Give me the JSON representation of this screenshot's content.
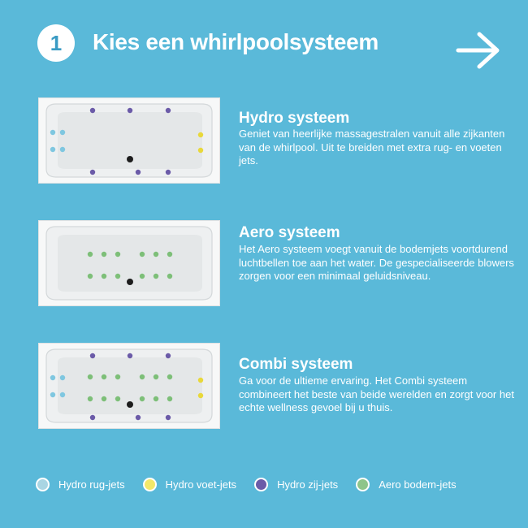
{
  "header": {
    "step_number": "1",
    "title": "Kies een whirlpoolsysteem",
    "next_icon": "arrow-right-icon"
  },
  "systems": [
    {
      "title": "Hydro systeem",
      "description": "Geniet van heerlijke massagestralen vanuit alle zijkanten van de whirlpool. Uit te breiden met extra rug- en voeten jets.",
      "jets": [
        "rug",
        "voet",
        "zij"
      ]
    },
    {
      "title": "Aero systeem",
      "description": "Het Aero systeem voegt vanuit de bodemjets voortdurend luchtbellen toe aan het water. De gespecialiseerde blowers zorgen voor een minimaal geluidsniveau.",
      "jets": [
        "bodem"
      ]
    },
    {
      "title": "Combi systeem",
      "description": "Ga voor de ultieme ervaring. Het Combi systeem combineert het beste van beide werelden en zorgt voor het echte wellness gevoel bij u thuis.",
      "jets": [
        "rug",
        "voet",
        "zij",
        "bodem"
      ]
    }
  ],
  "legend": [
    {
      "label": "Hydro rug-jets",
      "color": "#a9d5e3"
    },
    {
      "label": "Hydro voet-jets",
      "color": "#f2e86a"
    },
    {
      "label": "Hydro zij-jets",
      "color": "#6b5ba8"
    },
    {
      "label": "Aero bodem-jets",
      "color": "#8ec58a"
    }
  ],
  "colors": {
    "background": "#5ab9d9",
    "jet_rug": "#7fc7e0",
    "jet_voet": "#e8d83a",
    "jet_zij": "#6b5ba8",
    "jet_bodem": "#7dbf78"
  }
}
